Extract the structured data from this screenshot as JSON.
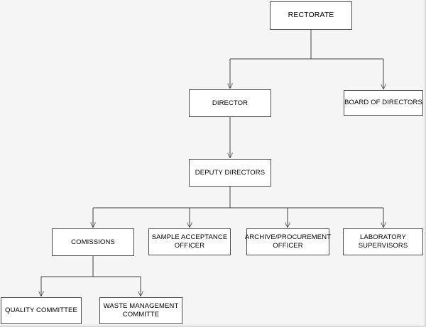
{
  "diagram": {
    "type": "org-chart",
    "colors": {
      "background": "#f5f5f5",
      "node_fill": "#ffffff",
      "node_border": "#4d4d4d",
      "connector": "#424242",
      "text": "#000000"
    },
    "nodes": [
      {
        "id": "rectorate",
        "label": "RECTORATE"
      },
      {
        "id": "director",
        "label": "DIRECTOR"
      },
      {
        "id": "board-of-directors",
        "label": "BOARD OF DIRECTORS"
      },
      {
        "id": "deputy-directors",
        "label": "DEPUTY DIRECTORS"
      },
      {
        "id": "comissions",
        "label": "COMISSIONS"
      },
      {
        "id": "sample-acceptance-officer",
        "label": "SAMPLE ACCEPTANCE\nOFFICER"
      },
      {
        "id": "archive-procurement-officer",
        "label": "ARCHIVE/PROCUREMENT\nOFFICER"
      },
      {
        "id": "laboratory-supervisors",
        "label": "LABORATORY\nSUPERVISORS"
      },
      {
        "id": "quality-committee",
        "label": "QUALITY COMMITTEE"
      },
      {
        "id": "waste-management-committe",
        "label": "WASTE MANAGEMENT\nCOMMITTE"
      }
    ],
    "edges": [
      {
        "from": "rectorate",
        "to": "director"
      },
      {
        "from": "rectorate",
        "to": "board-of-directors"
      },
      {
        "from": "director",
        "to": "deputy-directors"
      },
      {
        "from": "deputy-directors",
        "to": "comissions"
      },
      {
        "from": "deputy-directors",
        "to": "sample-acceptance-officer"
      },
      {
        "from": "deputy-directors",
        "to": "archive-procurement-officer"
      },
      {
        "from": "deputy-directors",
        "to": "laboratory-supervisors"
      },
      {
        "from": "comissions",
        "to": "quality-committee"
      },
      {
        "from": "comissions",
        "to": "waste-management-committe"
      }
    ]
  }
}
